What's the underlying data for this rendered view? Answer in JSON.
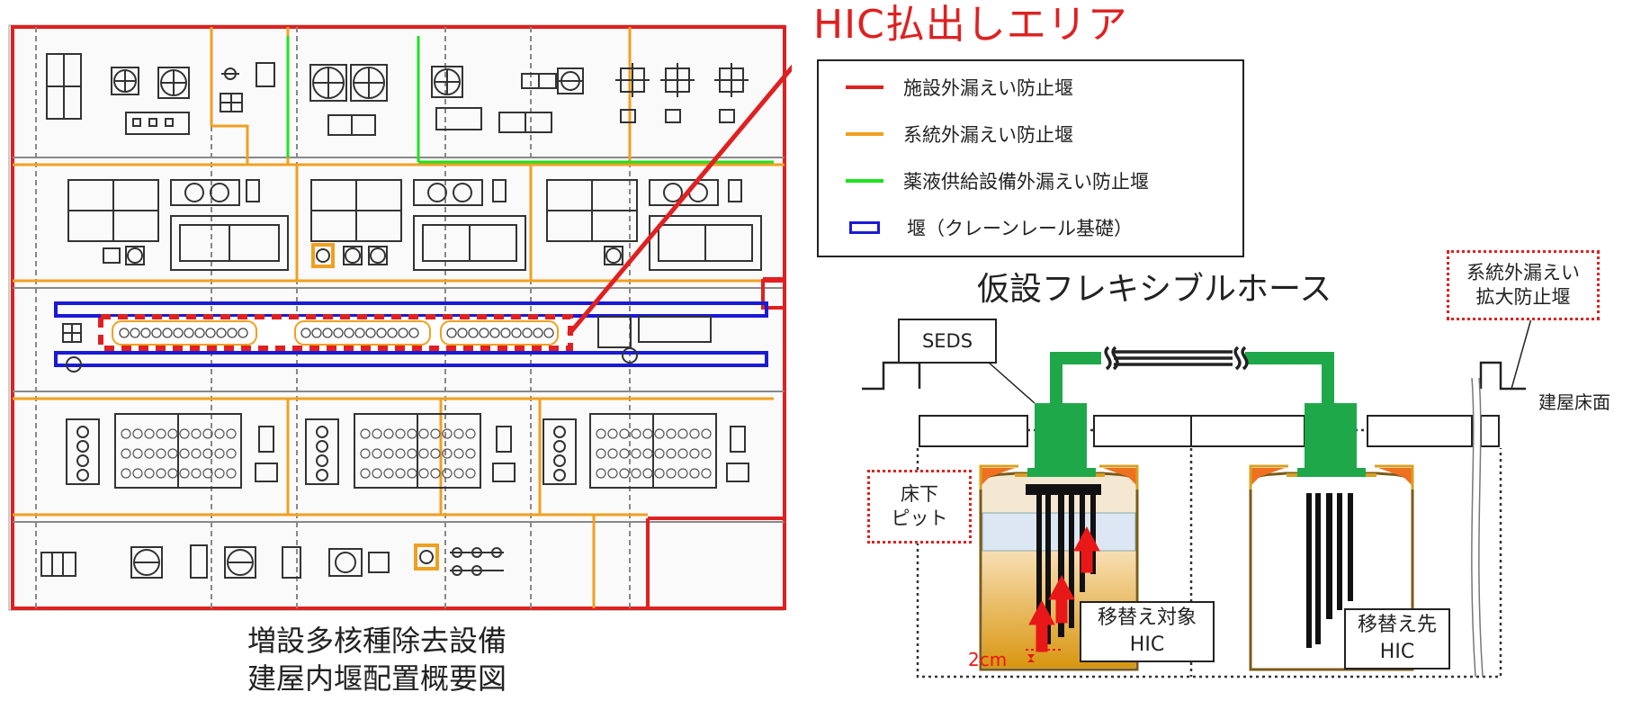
{
  "callout_title": "HIC払出しエリア",
  "legend": {
    "items": [
      {
        "label": "施設外漏えい防止堰",
        "color": "#e02020",
        "kind": "line"
      },
      {
        "label": "系統外漏えい防止堰",
        "color": "#f0a020",
        "kind": "line"
      },
      {
        "label": "薬液供給設備外漏えい防止堰",
        "color": "#20e020",
        "kind": "line"
      },
      {
        "label": "堰（クレーンレール基礎）",
        "color": "#1a1ad6",
        "kind": "rect"
      }
    ]
  },
  "floorplan_caption": {
    "line1": "増設多核種除去設備",
    "line2": "建屋内堰配置概要図"
  },
  "cross_section": {
    "hose_label": "仮設フレキシブルホース",
    "seds_label": "SEDS",
    "system_weir_label_line1": "系統外漏えい",
    "system_weir_label_line2": "拡大防止堰",
    "floor_label": "建屋床面",
    "pit_label_line1": "床下",
    "pit_label_line2": "ピット",
    "source_hic_line1": "移替え対象",
    "source_hic_line2": "HIC",
    "target_hic_line1": "移替え先",
    "target_hic_line2": "HIC",
    "clearance_label": "2cm"
  },
  "colors": {
    "red": "#e02020",
    "orange": "#f0a020",
    "green": "#1fa84a",
    "blue": "#1a1ad6"
  }
}
